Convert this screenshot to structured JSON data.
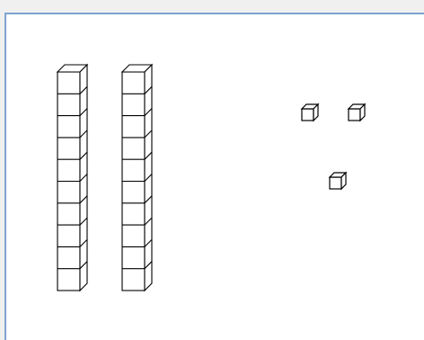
{
  "figure": {
    "type": "base-ten-blocks",
    "tens_rods": 2,
    "cubes_per_rod": 10,
    "unit_cubes": 3,
    "represented_value": 23,
    "stroke_color": "#000000",
    "frame_border_color": "#7ea3cf"
  }
}
